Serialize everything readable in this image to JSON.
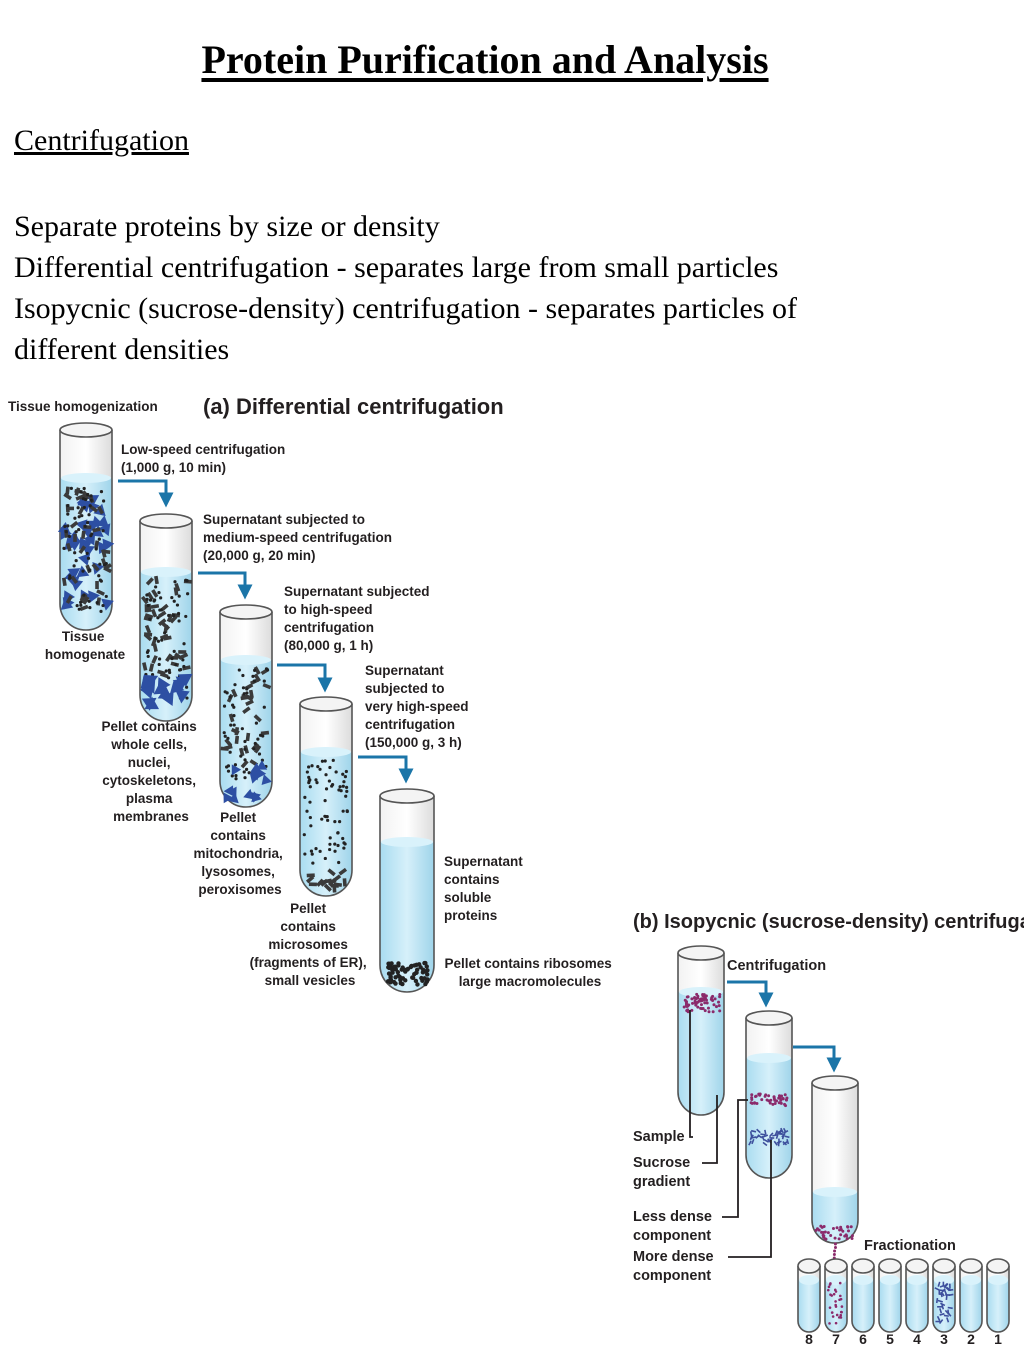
{
  "title": "Protein Purification and Analysis",
  "section_heading": "Centrifugation",
  "lines": [
    "Separate proteins by size or density",
    "Differential centrifugation - separates large from small particles",
    "Isopycnic (sucrose-density) centrifugation - separates particles of",
    "different densities"
  ],
  "diagram_a": {
    "header": "(a)  Differential centrifugation",
    "tissue_homogenization": "Tissue homogenization",
    "tissue_homogenate": [
      "Tissue",
      "homogenate"
    ],
    "step1": [
      "Low-speed centrifugation",
      "(1,000 g, 10 min)"
    ],
    "step2": [
      "Supernatant subjected to",
      "medium-speed centrifugation",
      "(20,000 g, 20 min)"
    ],
    "step3": [
      "Supernatant subjected",
      "to high-speed",
      "centrifugation",
      "(80,000 g, 1 h)"
    ],
    "step4": [
      "Supernatant",
      "subjected to",
      "very high-speed",
      "centrifugation",
      "(150,000 g, 3 h)"
    ],
    "pellet1": [
      "Pellet contains",
      "whole cells,",
      "nuclei,",
      "cytoskeletons,",
      "plasma",
      "membranes"
    ],
    "pellet2": [
      "Pellet",
      "contains",
      "mitochondria,",
      "lysosomes,",
      "peroxisomes"
    ],
    "pellet3": [
      "Pellet",
      "contains",
      "microsomes",
      "(fragments of ER),",
      "small vesicles"
    ],
    "supernatant_final": [
      "Supernatant",
      "contains",
      "soluble",
      "proteins"
    ],
    "pellet4": [
      "Pellet contains ribosomes",
      "large macromolecules"
    ]
  },
  "diagram_b": {
    "header": "(b)  Isopycnic (sucrose-density) centrifugation",
    "centrifugation": "Centrifugation",
    "sample": "Sample",
    "sucrose_gradient": [
      "Sucrose",
      "gradient"
    ],
    "less_dense": [
      "Less dense",
      "component"
    ],
    "more_dense": [
      "More dense",
      "component"
    ],
    "fractionation": "Fractionation",
    "fraction_numbers": [
      "8",
      "7",
      "6",
      "5",
      "4",
      "3",
      "2",
      "1"
    ]
  },
  "colors": {
    "arrow": "#1b75a8",
    "liquid": "#bfe6f5",
    "triangle": "#2d4fa3",
    "rod": "#3a3a3a",
    "dot": "#222222",
    "less_dense": "#8b2a6b",
    "more_dense": "#3d4f9c"
  }
}
